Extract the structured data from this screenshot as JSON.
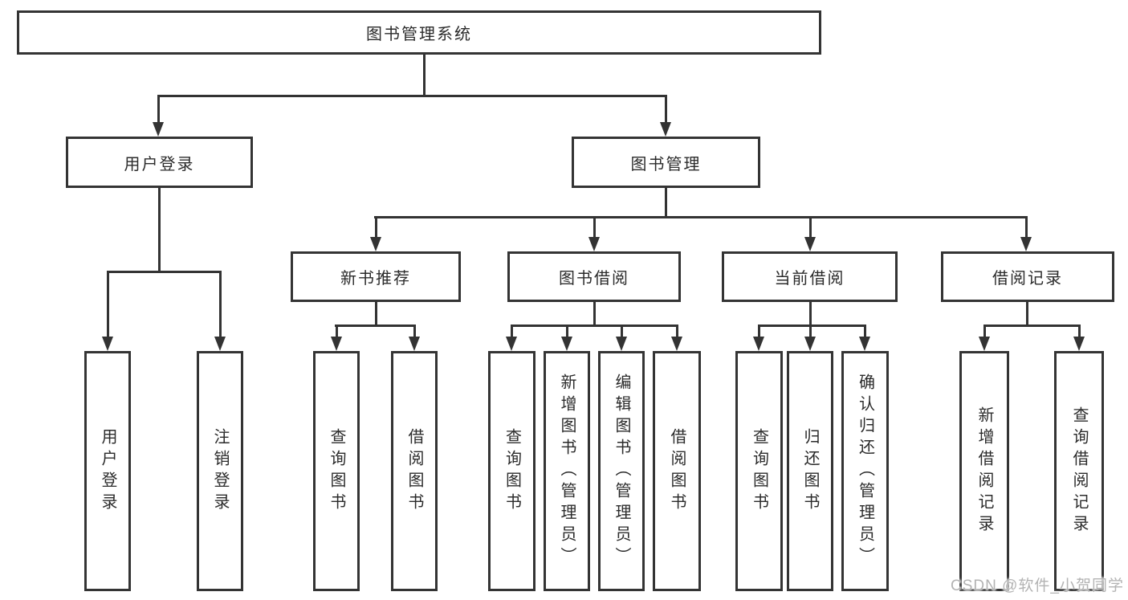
{
  "diagram_title": "图书管理系统",
  "nodes": {
    "root": "图书管理系统",
    "user_login": "用户登录",
    "book_management": "图书管理",
    "new_book_recommendation": "新书推荐",
    "book_borrowing": "图书借阅",
    "current_borrowing": "当前借阅",
    "borrowing_records": "借阅记录",
    "user_children": [
      "用户登录",
      "注销登录"
    ],
    "recommendation_children": [
      "查询图书",
      "借阅图书"
    ],
    "borrowing_children": [
      "查询图书",
      "新增图书（管理员）",
      "编辑图书（管理员）",
      "借阅图书"
    ],
    "current_children": [
      "查询图书",
      "归还图书",
      "确认归还（管理员）"
    ],
    "records_children": [
      "新增借阅记录",
      "查询借阅记录"
    ]
  },
  "watermark": "CSDN @软件_小贺同学",
  "colors": {
    "line": "#333333",
    "box_border": "#343434",
    "box_fill": "#ffffff",
    "text": "#2b2b2b",
    "watermark": "#b3b3b3",
    "background": "#ffffff"
  }
}
